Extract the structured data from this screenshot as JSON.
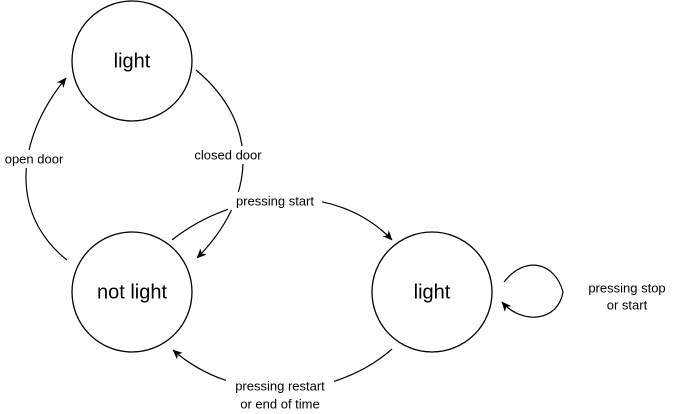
{
  "states": {
    "light_top": {
      "label": "light"
    },
    "not_light": {
      "label": "not light"
    },
    "light_right": {
      "label": "light"
    }
  },
  "transitions": {
    "open_door": {
      "label": "open door"
    },
    "closed_door": {
      "label": "closed door"
    },
    "pressing_start": {
      "label": "pressing start"
    },
    "pressing_restart": {
      "line1": "pressing restart",
      "line2": "or end of time"
    },
    "pressing_stop": {
      "line1": "pressing stop",
      "line2": "or start"
    }
  }
}
